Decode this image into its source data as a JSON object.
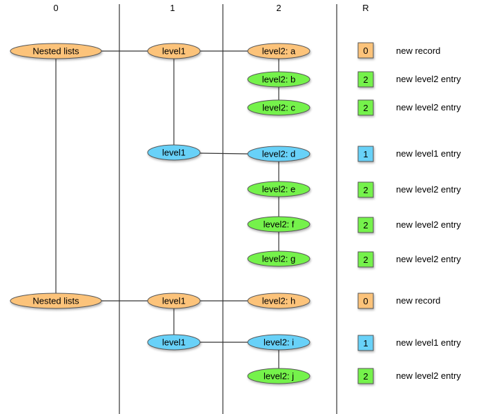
{
  "columns": [
    "0",
    "1",
    "2",
    "R"
  ],
  "colors": {
    "orange": "#fcc37a",
    "green": "#75f24c",
    "blue": "#67d1f8",
    "stroke": "#555555",
    "line": "#333333"
  },
  "nodes": {
    "n0a": {
      "label": "Nested lists",
      "color": "orange"
    },
    "n1a": {
      "label": "level1",
      "color": "orange"
    },
    "n2a": {
      "label": "level2: a",
      "color": "orange"
    },
    "n2b": {
      "label": "level2: b",
      "color": "green"
    },
    "n2c": {
      "label": "level2: c",
      "color": "green"
    },
    "n1b": {
      "label": "level1",
      "color": "blue"
    },
    "n2d": {
      "label": "level2: d",
      "color": "blue"
    },
    "n2e": {
      "label": "level2: e",
      "color": "green"
    },
    "n2f": {
      "label": "level2: f",
      "color": "green"
    },
    "n2g": {
      "label": "level2: g",
      "color": "green"
    },
    "n0b": {
      "label": "Nested lists",
      "color": "orange"
    },
    "n1c": {
      "label": "level1",
      "color": "orange"
    },
    "n2h": {
      "label": "level2: h",
      "color": "orange"
    },
    "n1d": {
      "label": "level1",
      "color": "blue"
    },
    "n2i": {
      "label": "level2: i",
      "color": "blue"
    },
    "n2j": {
      "label": "level2: j",
      "color": "green"
    }
  },
  "rows": [
    {
      "r": "0",
      "color": "orange",
      "desc": "new record"
    },
    {
      "r": "2",
      "color": "green",
      "desc": "new level2 entry"
    },
    {
      "r": "2",
      "color": "green",
      "desc": "new level2 entry"
    },
    {
      "r": "1",
      "color": "blue",
      "desc": "new level1 entry"
    },
    {
      "r": "2",
      "color": "green",
      "desc": "new level2 entry"
    },
    {
      "r": "2",
      "color": "green",
      "desc": "new level2 entry"
    },
    {
      "r": "2",
      "color": "green",
      "desc": "new level2 entry"
    },
    {
      "r": "0",
      "color": "orange",
      "desc": "new record"
    },
    {
      "r": "1",
      "color": "blue",
      "desc": "new level1 entry"
    },
    {
      "r": "2",
      "color": "green",
      "desc": "new level2 entry"
    }
  ]
}
